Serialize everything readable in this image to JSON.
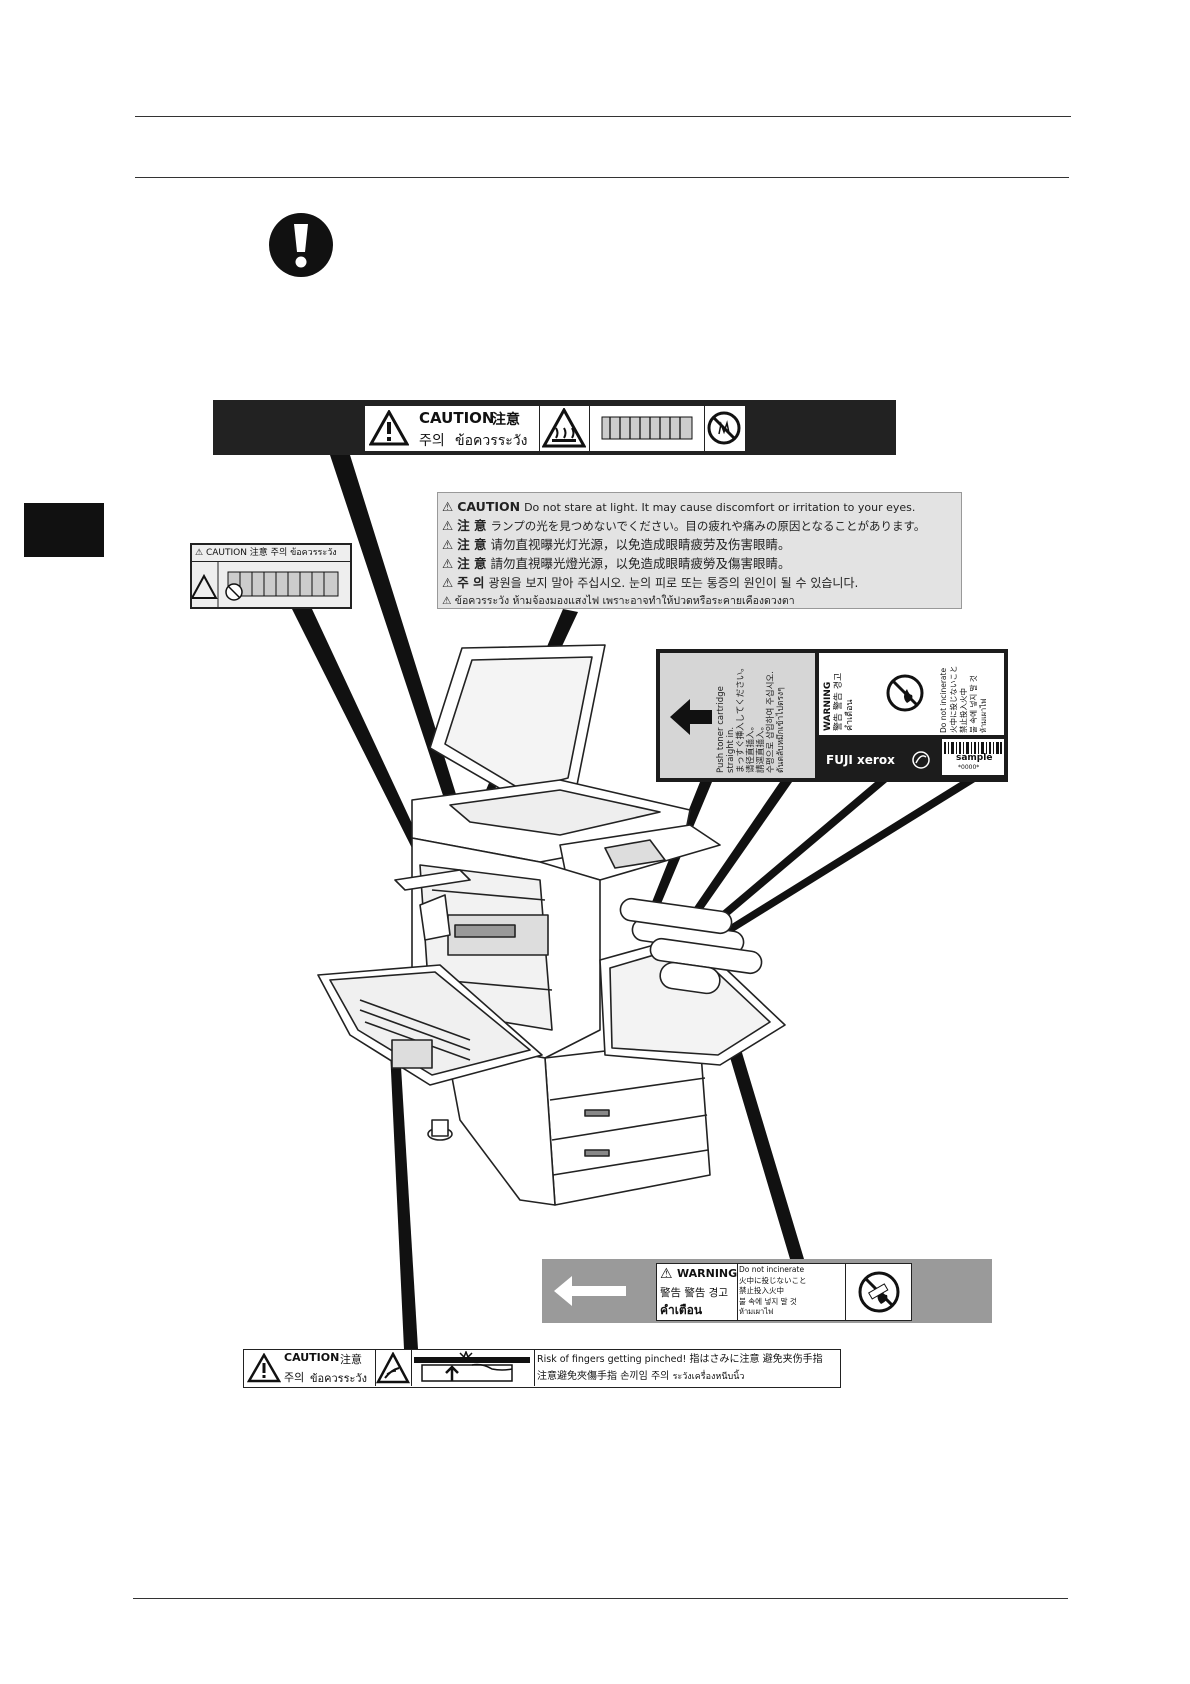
{
  "labels": {
    "top_band": {
      "caution_word": "CAUTION",
      "caution_cn": "注意",
      "caution_ko": "주의",
      "caution_th": "ข้อควรระวัง"
    },
    "fuser_small": {
      "text": "CAUTION 注意 주의 ข้อควรระวัง"
    },
    "light_warning": {
      "lines": [
        {
          "word": "CAUTION",
          "text": "Do not stare at light. It may cause discomfort or irritation to your eyes."
        },
        {
          "word": "注 意",
          "text": "ランプの光を見つめないでください。目の疲れや痛みの原因となることがあります。"
        },
        {
          "word": "注 意",
          "text": "请勿直视曝光灯光源，以免造成眼睛疲劳及伤害眼睛。"
        },
        {
          "word": "注 意",
          "text": "請勿直視曝光燈光源，以免造成眼睛疲勞及傷害眼睛。"
        },
        {
          "word": "주 의",
          "text": "광원을 보지 말아 주십시오. 눈의 피로 또는 통증의 원인이 될 수 있습니다."
        },
        {
          "word": "ข้อควรระวัง",
          "text": "ห้ามจ้องมองแสงไฟ เพราะอาจทำให้ปวดหรือระคายเคืองดวงตา"
        }
      ]
    },
    "toner_label": {
      "push_en_1": "Push toner cartridge",
      "push_en_2": "straight in.",
      "push_ja": "まっすぐ挿入してください。",
      "push_cn1": "请径直插入。",
      "push_cn2": "請逕直插入。",
      "push_ko": "수평으로 삽입하여 주십시오.",
      "push_th": "ดันตลับหมึกเข้าไปตรงๆ",
      "warning_word": "WARNING",
      "warning_langs": "警告 警告 경고",
      "warning_th": "คำเตือน",
      "incinerate_en": "Do not incinerate",
      "incinerate_ja": "火中に投じないこと",
      "incinerate_cn": "禁止投入火中",
      "incinerate_ko": "불 속에 넣지 말 것",
      "incinerate_th": "ห้ามเผาไฟ",
      "brand": "FUJI xerox",
      "barcode_word": "sample",
      "barcode_num": "*0000*"
    },
    "toner_band": {
      "warning_word": "WARNING",
      "warning_langs": "警告 警告 경고",
      "warning_th": "คำเตือน",
      "incinerate_en": "Do not incinerate",
      "incinerate_ja": "火中に投じないこと",
      "incinerate_cn": "禁止投入火中",
      "incinerate_ko": "불 속에 넣지 말 것",
      "incinerate_th": "ห้ามเผาไฟ"
    },
    "pinch": {
      "caution_word": "CAUTION",
      "caution_cn": "注意",
      "caution_ko": "주의",
      "caution_th": "ข้อควรระวัง",
      "risk_en": "Risk of fingers getting pinched!",
      "risk_ja": "指はさみに注意",
      "risk_cn1": "避免夹伤手指",
      "risk_cn2": "注意避免夾傷手指",
      "risk_ko": "손끼임 주의",
      "risk_th": "ระวังเครื่องหนีบนิ้ว"
    }
  }
}
